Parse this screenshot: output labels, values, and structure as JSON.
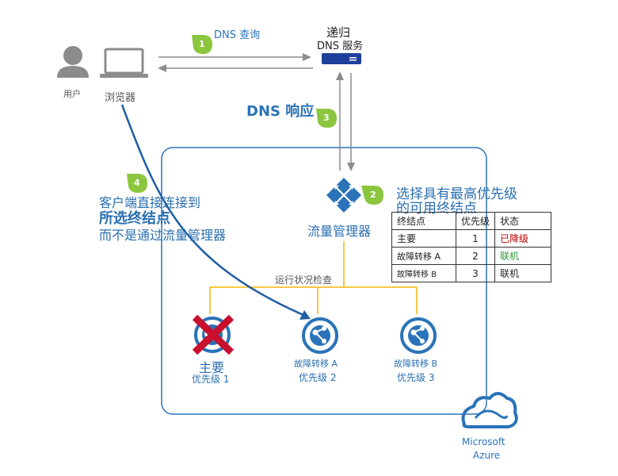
{
  "user_label": "用户",
  "browser_label": "浏览器",
  "recursive_dns": [
    "递归",
    "DNS 服务"
  ],
  "steps": [
    {
      "num": "1",
      "label": "DNS 查询"
    },
    {
      "num": "2",
      "label": ""
    },
    {
      "num": "3",
      "label": "DNS 响应"
    },
    {
      "num": "4",
      "label": ""
    }
  ],
  "client_note": [
    "客户端直接连接到",
    "所选终结点",
    "而不是通过流量管理器"
  ],
  "traffic_manager": "流量管理器",
  "select_note": [
    "选择具有最高优先级",
    "的可用终结点"
  ],
  "health_check": "运行状况检查",
  "table": {
    "headers": [
      "终结点",
      "优先级",
      "状态"
    ],
    "rows": [
      [
        "主要",
        "1",
        "已降级"
      ],
      [
        "故障转移 A",
        "2",
        "联机"
      ],
      [
        "故障转移 B",
        "3",
        "联机"
      ]
    ]
  },
  "endpoints": [
    {
      "name": "主要",
      "priority": "优先级 1"
    },
    {
      "name": "故障转移 A",
      "priority": "优先级 2"
    },
    {
      "name": "故障转移 B",
      "priority": "优先级 3"
    }
  ],
  "azure": [
    "Microsoft",
    "Azure"
  ],
  "colors": {
    "azure_blue": "#2a73b8",
    "step_badge": "#8cc63f",
    "health_line": "#f2b705",
    "failed_x": "#c8102e",
    "degraded": "#c00000",
    "online": "#2e9a3a"
  }
}
